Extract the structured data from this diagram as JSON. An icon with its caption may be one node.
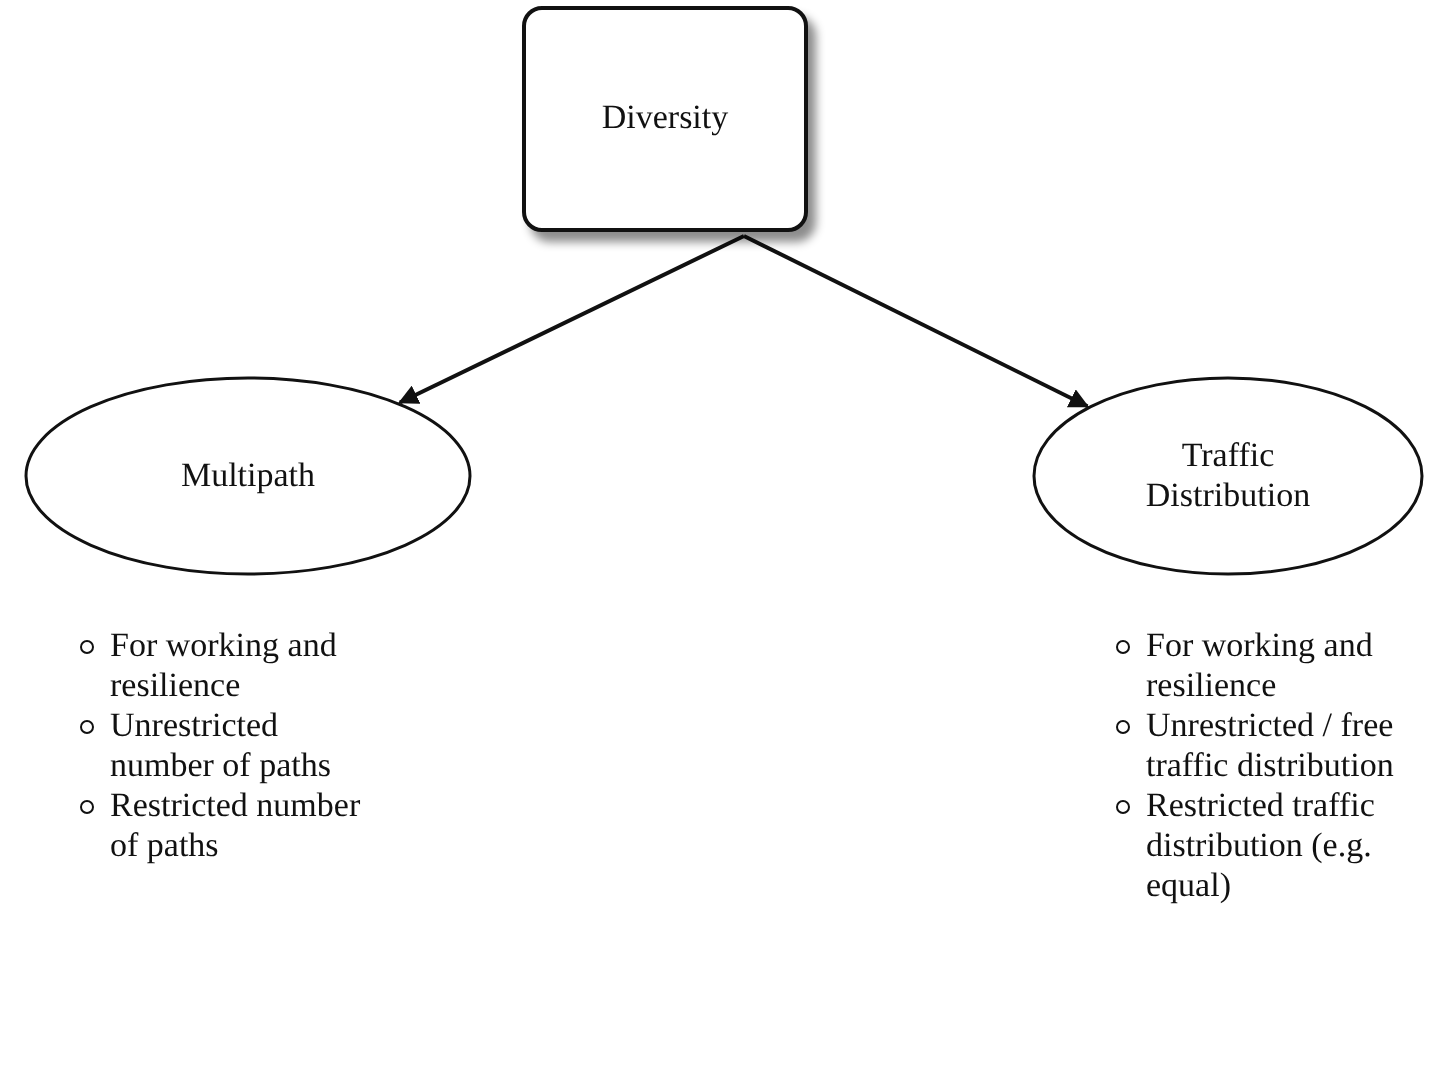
{
  "diagram": {
    "nodes": [
      {
        "text": [
          "Diversity"
        ]
      },
      {
        "text": [
          "Multipath"
        ]
      },
      {
        "text": [
          "Traffic Distribution"
        ]
      }
    ],
    "edges": [
      {
        "from": 0,
        "to": 1,
        "arrow": "to"
      },
      {
        "from": 0,
        "to": 2,
        "arrow": "to"
      }
    ],
    "labels": [
      "For working and resilience",
      "Unrestricted number of paths",
      "Restricted number of paths",
      "For working and resilience",
      "Unrestricted / free traffic distribution",
      "Restricted traffic distribution (e.g. equal)"
    ]
  }
}
